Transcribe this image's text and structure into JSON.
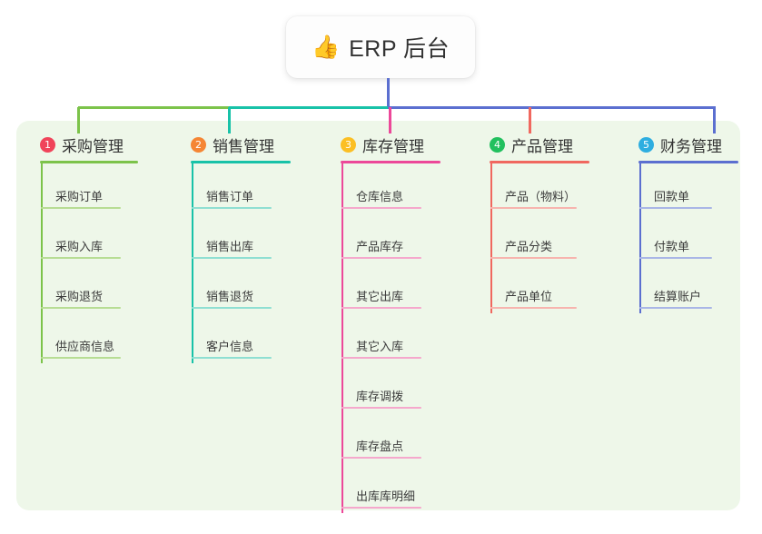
{
  "root": {
    "icon": "thumbs-up-icon",
    "icon_glyph": "👍",
    "title": "ERP 后台"
  },
  "palette": {
    "panel_bg": "#eef7e9",
    "page_bg": "#ffffff",
    "text": "#333333",
    "col1_line": "#7cc34a",
    "col2_line": "#18c2a8",
    "col3_line": "#ec4899",
    "col4_line": "#f0685f",
    "col5_line": "#5b6fd0",
    "badge1": "#f0445a",
    "badge2": "#f58634",
    "badge3": "#fbbf24",
    "badge4": "#22c05e",
    "badge5": "#2eaee0"
  },
  "columns": [
    {
      "index": "1",
      "badge": "①",
      "badge_num": "1",
      "title": "采购管理",
      "line_color": "#7cc34a",
      "rule_color": "#b7dd94",
      "badge_color": "#f0445a",
      "items": [
        "采购订单",
        "采购入库",
        "采购退货",
        "供应商信息"
      ]
    },
    {
      "index": "2",
      "badge": "②",
      "badge_num": "2",
      "title": "销售管理",
      "line_color": "#18c2a8",
      "rule_color": "#8fdfd2",
      "badge_color": "#f58634",
      "items": [
        "销售订单",
        "销售出库",
        "销售退货",
        "客户信息"
      ]
    },
    {
      "index": "3",
      "badge": "③",
      "badge_num": "3",
      "title": "库存管理",
      "line_color": "#ec4899",
      "rule_color": "#f5a8cc",
      "badge_color": "#fbbf24",
      "items": [
        "仓库信息",
        "产品库存",
        "其它出库",
        "其它入库",
        "库存调拨",
        "库存盘点",
        "出库库明细"
      ]
    },
    {
      "index": "4",
      "badge": "④",
      "badge_num": "4",
      "title": "产品管理",
      "line_color": "#f0685f",
      "rule_color": "#f7b4ae",
      "badge_color": "#22c05e",
      "items": [
        "产品（物料）",
        "产品分类",
        "产品单位"
      ]
    },
    {
      "index": "5",
      "badge": "⑤",
      "badge_num": "5",
      "title": "财务管理",
      "line_color": "#5b6fd0",
      "rule_color": "#a9b6e6",
      "badge_color": "#2eaee0",
      "items": [
        "回款单",
        "付款单",
        "结算账户"
      ]
    }
  ],
  "connectors": {
    "trunk_color": "#5b6fd0",
    "segment1_color": "#7cc34a",
    "segment2_color": "#18c2a8",
    "segment3_color": "#5b6fd0",
    "stub1_color": "#7cc34a",
    "stub2_color": "#18c2a8",
    "stub3_color": "#ec4899",
    "stub4_color": "#f0685f",
    "stub5_color": "#5b6fd0"
  }
}
